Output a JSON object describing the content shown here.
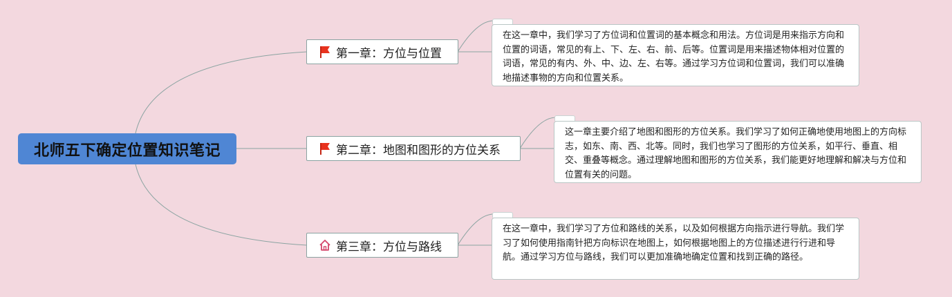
{
  "root": {
    "label": "北师五下确定位置知识笔记"
  },
  "chapters": [
    {
      "title": "第一章：方位与位置",
      "icon": "red-flag-icon",
      "note": "在这一章中，我们学习了方位词和位置词的基本概念和用法。方位词是用来指示方向和位置的词语，常见的有上、下、左、右、前、后等。位置词是用来描述物体相对位置的词语，常见的有内、外、中、边、左、右等。通过学习方位词和位置词，我们可以准确地描述事物的方向和位置关系。"
    },
    {
      "title": "第二章：地图和图形的方位关系",
      "icon": "red-flag-icon",
      "note": "这一章主要介绍了地图和图形的方位关系。我们学习了如何正确地使用地图上的方向标志，如东、南、西、北等。同时，我们也学习了图形的方位关系，如平行、垂直、相交、重叠等概念。通过理解地图和图形的方位关系，我们能更好地理解和解决与方位和位置有关的问题。"
    },
    {
      "title": "第三章：方位与路线",
      "icon": "home-icon",
      "note": "在这一章中，我们学习了方位和路线的关系，以及如何根据方向指示进行导航。我们学习了如何使用指南针把方向标识在地图上，如何根据地图上的方位描述进行行进和导航。通过学习方位与路线，我们可以更加准确地确定位置和找到正确的路径。"
    }
  ],
  "colors": {
    "background": "#f3d8df",
    "root_fill": "#4f86d4",
    "connector": "#8aa3a1",
    "flag": "#e8321e",
    "home": "#d4456a"
  }
}
